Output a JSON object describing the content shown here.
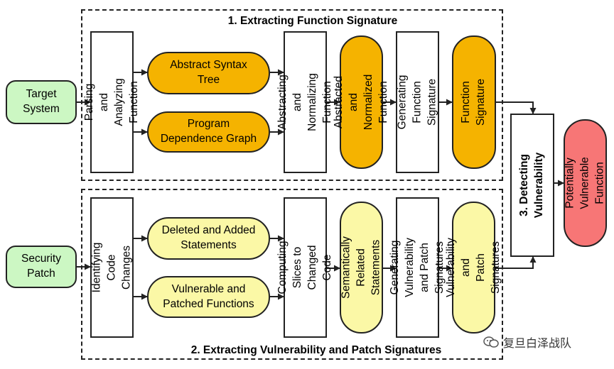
{
  "sections": {
    "top_title": "1. Extracting Function Signature",
    "bottom_title": "2. Extracting Vulnerability and Patch Signatures"
  },
  "inputs": {
    "target_system": "Target\nSystem",
    "security_patch": "Security\nPatch"
  },
  "top": {
    "parsing": "Parsing and Analyzing\nFunction",
    "ast": "Abstract Syntax\nTree",
    "pdg": "Program\nDependence Graph",
    "abstracting": "Abstracting and\nNormalizing Function",
    "abstracted": "Abstracted and\nNormalized Function",
    "generating": "Generating Function\nSignature",
    "signature": "Function Signature"
  },
  "bottom": {
    "identifying": "Identifying Code\nChanges",
    "deleted_added": "Deleted and Added\nStatements",
    "vuln_patched": "Vulnerable and\nPatched Functions",
    "computing": "Computing Slices to\nChanged Code",
    "semantic": "Semantically Related\nStatements",
    "generating": "Generating Vulnerability\nand Patch Signatures",
    "signatures": "Vulnerability and\nPatch Signatures"
  },
  "detecting": "3. Detecting\nVulnerability",
  "output": "Potentially Vulnerable\nFunction",
  "watermark": "复旦白泽战队",
  "colors": {
    "input_green": "#ccf7c3",
    "top_orange": "#f5b300",
    "bottom_yellow": "#fbf8a6",
    "output_red": "#f77676"
  }
}
